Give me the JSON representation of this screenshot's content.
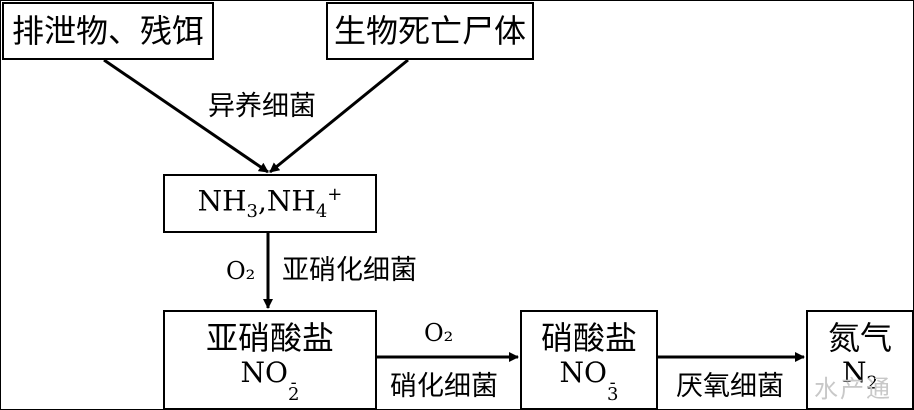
{
  "boxes": {
    "excreta": "排泄物、残饵",
    "dead_bodies": "生物死亡尸体",
    "ammonia": {
      "a": "NH",
      "a_sub": "3",
      "sep": ",",
      "b": "NH",
      "b_sub": "4",
      "b_sup": "+"
    },
    "nitrite": {
      "name": "亚硝酸盐",
      "formula": "NO",
      "sub": "2",
      "sup": "-"
    },
    "nitrate": {
      "name": "硝酸盐",
      "formula": "NO",
      "sub": "3",
      "sup": "-"
    },
    "nitrogen": {
      "name": "氮气",
      "formula": "N",
      "sub": "2"
    }
  },
  "labels": {
    "heterotrophic": "异养细菌",
    "o2_a": "O₂",
    "nitrite_bacteria": "亚硝化细菌",
    "o2_b": "O₂",
    "nitrifying": "硝化细菌",
    "anaerobic": "厌氧细菌"
  },
  "watermark": "水产通"
}
